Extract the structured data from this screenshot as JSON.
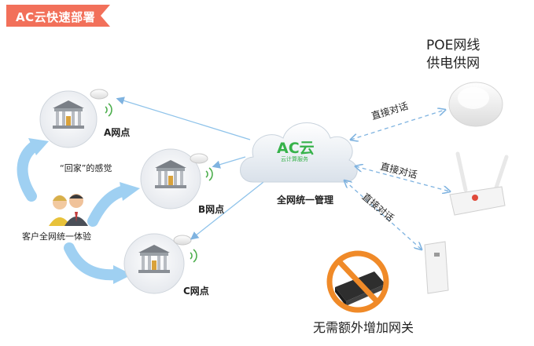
{
  "title": "AC云快速部署",
  "cloud": {
    "brand": "AC云",
    "subtitle": "云计算服务",
    "caption": "全网统一管理"
  },
  "sites": [
    {
      "label": "A网点"
    },
    {
      "label": "B网点"
    },
    {
      "label": "C网点"
    }
  ],
  "roaming_label": "“回家”的感觉",
  "customer_label": "客户全网统一体验",
  "links": [
    {
      "label": "直接对话"
    },
    {
      "label": "直接对话"
    },
    {
      "label": "直接对话"
    }
  ],
  "poe": {
    "line1": "POE网线",
    "line2": "供电供网"
  },
  "gateway_label": "无需额外增加网关",
  "colors": {
    "banner": "#f2705a",
    "cloud_text": "#36b24a",
    "arrow_blue": "#8fc3ea",
    "dashed": "#6fa6d6",
    "ban": "#f08a28"
  }
}
